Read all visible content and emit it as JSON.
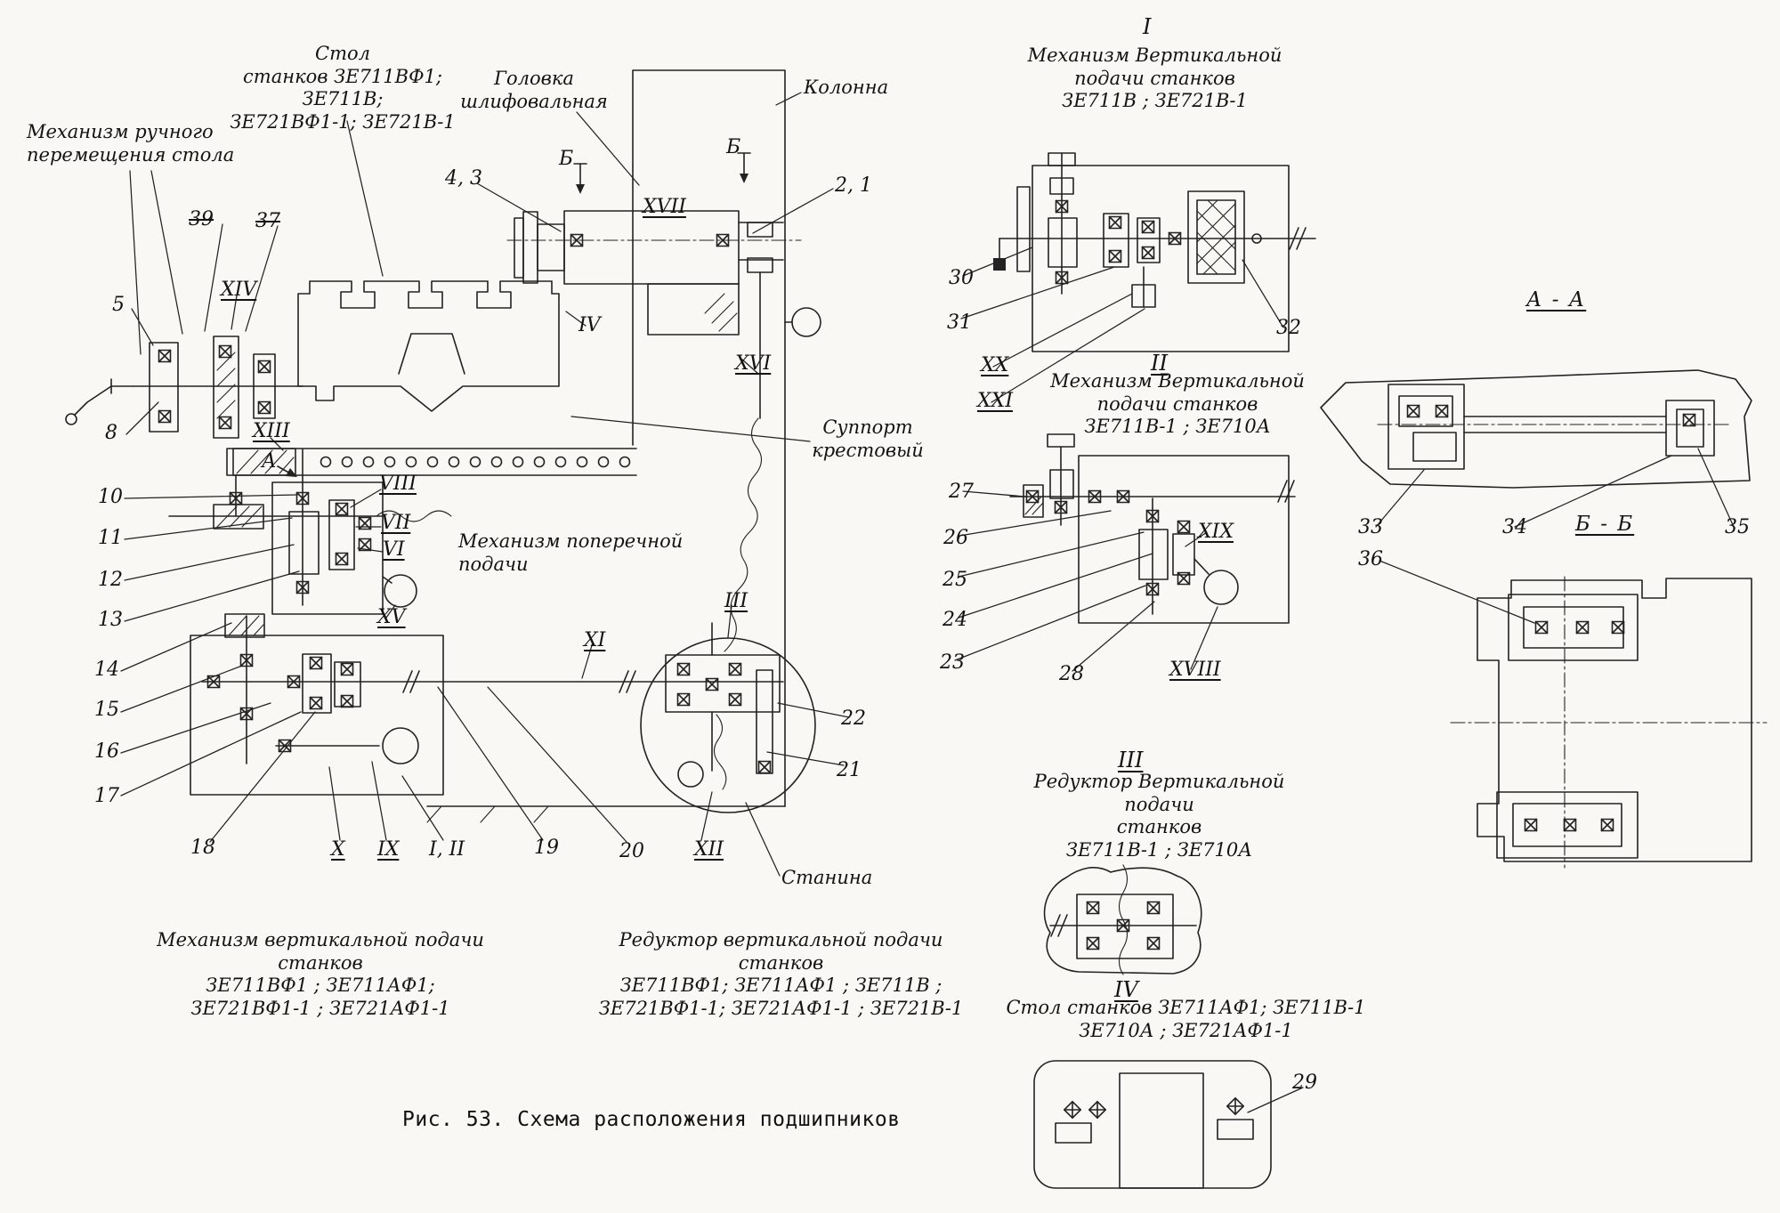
{
  "figure": {
    "caption": "Рис. 53. Схема расположения подшипников",
    "ink_color": "#1c1c1c",
    "paper_color": "#f9f8f4"
  },
  "main": {
    "labels": {
      "manual_table_mechanism": "Механизм ручного\nперемещения стола",
      "table_title": "Стол\nстанков  ЗЕ711ВФ1; ЗЕ711В;\nЗЕ721ВФ1-1; ЗЕ721В-1",
      "grinding_head": "Головка\nшлифовальная",
      "column": "Колонна",
      "cross_support": "Суппорт\nкрестовый",
      "cross_feed_mechanism": "Механизм поперечной\nподачи",
      "bed": "Станина",
      "vertical_feed_mechanism": "Механизм вертикальной подачи станков\nЗЕ711ВФ1 ;  ЗЕ711АФ1;\nЗЕ721ВФ1-1 ;  ЗЕ721АФ1-1",
      "vertical_feed_reducer": "Редуктор  вертикальной  подачи станков\nЗЕ711ВФ1; ЗЕ711АФ1 ;  ЗЕ711В ;\nЗЕ721ВФ1-1; ЗЕ721АФ1-1 ;  ЗЕ721В-1"
    },
    "marks": {
      "b_left": "Б",
      "b_right": "Б",
      "a": "А"
    },
    "callouts": {
      "n2_1": "2, 1",
      "n4_3": "4, 3",
      "n5": "5",
      "n8": "8",
      "n10": "10",
      "n11": "11",
      "n12": "12",
      "n13": "13",
      "n14": "14",
      "n15": "15",
      "n16": "16",
      "n17": "17",
      "n18": "18",
      "n19": "19",
      "n20": "20",
      "n21": "21",
      "n22": "22",
      "n37": "37",
      "n39": "39"
    },
    "romans": {
      "I_II": "I, II",
      "III": "III",
      "IV": "IV",
      "VI": "VI",
      "VII": "VII",
      "VIII": "VIII",
      "IX": "IX",
      "X": "X",
      "XI": "XI",
      "XII": "XII",
      "XIII": "XIII",
      "XIV": "XIV",
      "XV": "XV",
      "XVI": "XVI",
      "XVII": "XVII"
    }
  },
  "panel_1": {
    "number": "I",
    "title": "Механизм  Вертикальной\nподачи станков\nЗЕ711В ; ЗЕ721В-1",
    "callouts": {
      "n30": "30",
      "n31": "31",
      "n32": "32"
    },
    "romans": {
      "XX": "XX",
      "XXI": "XXI"
    }
  },
  "panel_2": {
    "number": "II",
    "title": "Механизм Вертикальной\nподачи  станков\nЗЕ711В-1 ;  ЗЕ710А",
    "callouts": {
      "n23": "23",
      "n24": "24",
      "n25": "25",
      "n26": "26",
      "n27": "27",
      "n28": "28"
    },
    "romans": {
      "XVIII": "XVIII",
      "XIX": "XIX"
    }
  },
  "section_aa": {
    "title": "А - А",
    "callouts": {
      "n33": "33",
      "n34": "34",
      "n35": "35"
    }
  },
  "section_bb": {
    "title": "Б - Б",
    "callouts": {
      "n36": "36"
    }
  },
  "panel_3": {
    "number": "III",
    "title": "Редуктор  Вертикальной подачи\nстанков\nЗЕ711В-1 ;  ЗЕ710А"
  },
  "panel_4": {
    "number": "IV",
    "title": "Стол  станков     ЗЕ711АФ1; ЗЕ711В-1\nЗЕ710А ;  ЗЕ721АФ1-1",
    "callouts": {
      "n29": "29"
    }
  }
}
